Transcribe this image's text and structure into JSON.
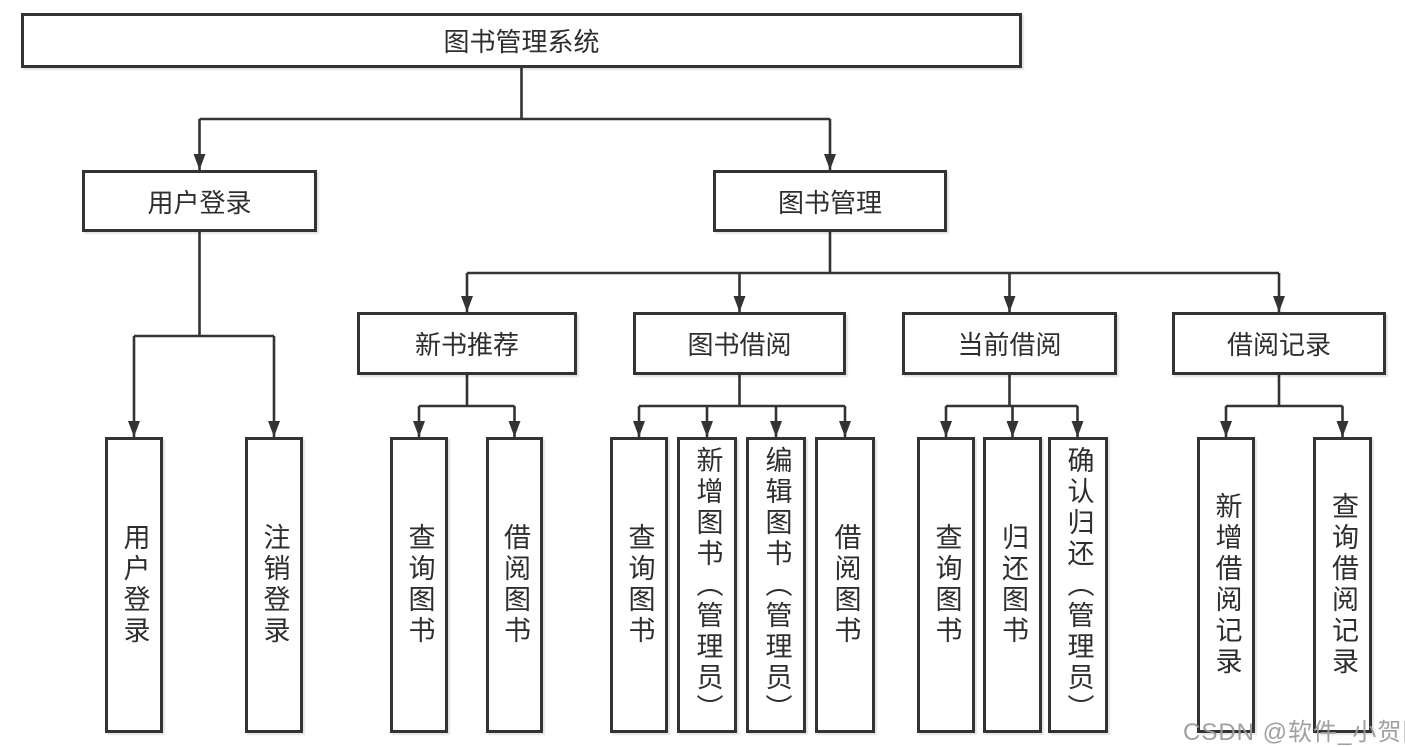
{
  "watermark": "CSDN @软件_小贺同学",
  "tree": {
    "root": "图书管理系统",
    "user_login": {
      "label": "用户登录",
      "children": [
        "用户登录",
        "注销登录"
      ]
    },
    "book_mgmt": {
      "label": "图书管理",
      "sections": {
        "new_books": {
          "label": "新书推荐",
          "children": [
            "查询图书",
            "借阅图书"
          ]
        },
        "book_borrow": {
          "label": "图书借阅",
          "children": [
            "查询图书",
            "新增图书（管理员）",
            "编辑图书（管理员）",
            "借阅图书"
          ]
        },
        "current_borrow": {
          "label": "当前借阅",
          "children": [
            "查询图书",
            "归还图书",
            "确认归还（管理员）"
          ]
        },
        "borrow_records": {
          "label": "借阅记录",
          "children": [
            "新增借阅记录",
            "查询借阅记录"
          ]
        }
      }
    }
  }
}
